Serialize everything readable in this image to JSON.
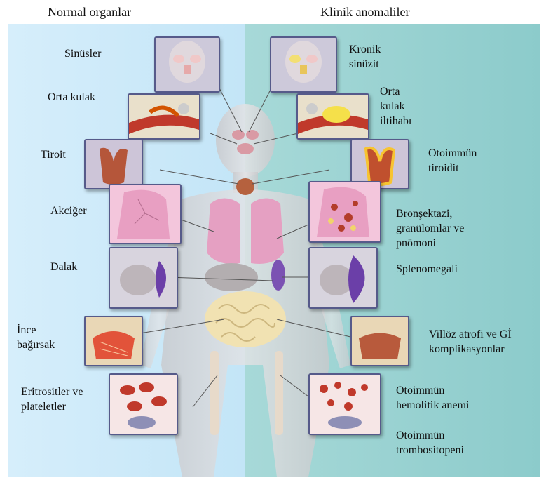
{
  "headers": {
    "normal": "Normal organlar",
    "clinical": "Klinik anomaliler"
  },
  "normal_labels": {
    "sinuses": "Sinüsler",
    "middle_ear": "Orta kulak",
    "thyroid": "Tiroit",
    "lung": "Akciğer",
    "spleen": "Dalak",
    "small_intestine": "İnce\nbağırsak",
    "blood_cells": "Eritrositler ve\nplateletler"
  },
  "clinical_labels": {
    "chronic_sinusitis": "Kronik\nsinüzit",
    "otitis_media": "Orta\nkulak\niltihabı",
    "autoimmune_thyroiditis": "Otoimmün\ntiroidit",
    "bronchiectasis": "Bronşektazi,\ngranülomlar ve\npnömoni",
    "splenomegaly": "Splenomegali",
    "villous_atrophy": "Villöz atrofi ve Gİ\nkomplikasyonlar",
    "hemolytic_anemia": "Otoimmün\nhemolitik anemi",
    "thrombocytopenia": "Otoimmün\ntrombositopeni"
  },
  "colors": {
    "normal_panel": "#c9e8f8",
    "clinical_panel": "#97d0cf",
    "tile_border": "#565a8a",
    "leader_line": "#555555"
  }
}
